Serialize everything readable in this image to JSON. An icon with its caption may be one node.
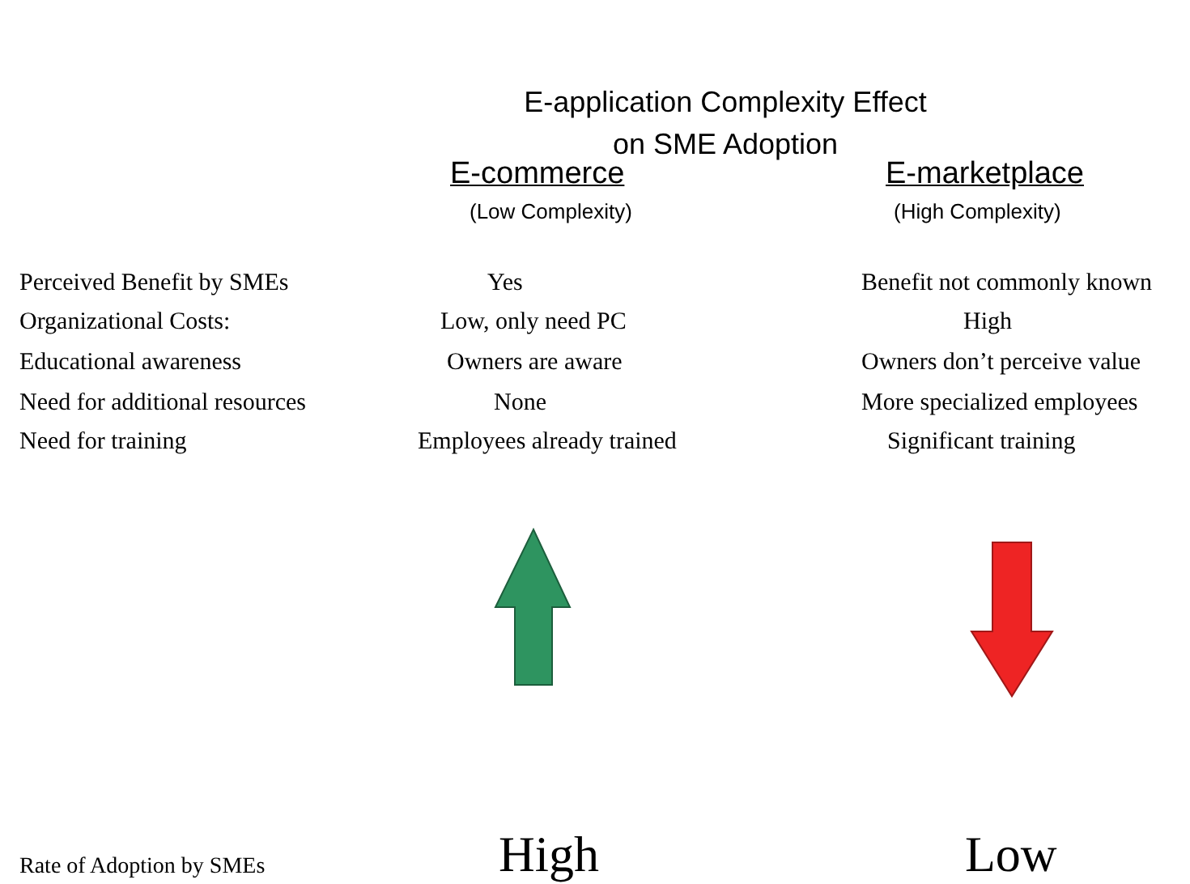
{
  "diagram": {
    "title": "E-application Complexity Effect on SME Adoption",
    "labels": [
      "E-commerce",
      "(Low Complexity)",
      "E-marketplace",
      "(High Complexity)",
      "Perceived Benefit by SMEs",
      "Yes",
      "Benefit not commonly known",
      "Organizational Costs:",
      "Low, only need PC",
      "High",
      "Educational awareness",
      "Owners are aware",
      "Owners don’t perceive value",
      "Need for additional resources",
      "None",
      "More specialized employees",
      "Need for training",
      "Employees already trained",
      "Significant training",
      "Rate of Adoption by SMEs",
      "High",
      "Low"
    ]
  }
}
